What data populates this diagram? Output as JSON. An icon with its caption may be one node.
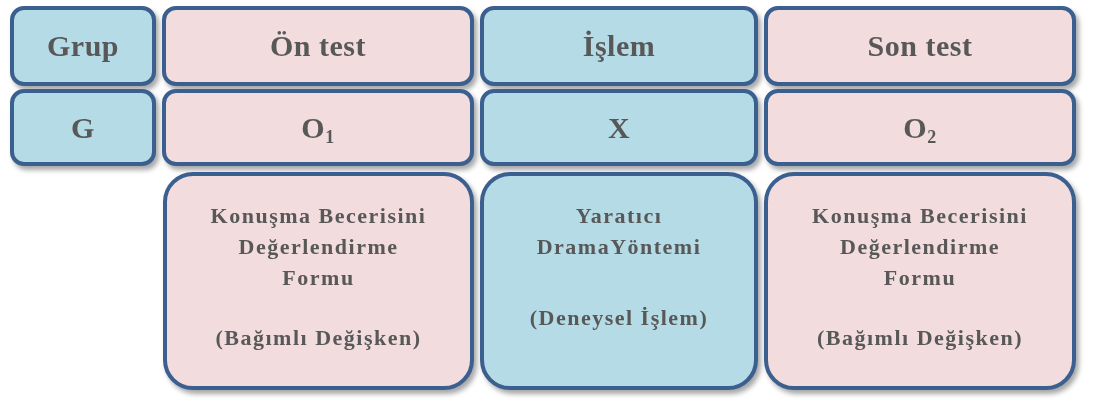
{
  "diagram": {
    "nodes": [
      {
        "text": [
          "Grup"
        ]
      },
      {
        "text": [
          "Ön test"
        ]
      },
      {
        "text": [
          "İşlem"
        ]
      },
      {
        "text": [
          "Son test"
        ]
      },
      {
        "text": [
          "G"
        ]
      },
      {
        "text": [
          "O$_{1}$"
        ]
      },
      {
        "text": [
          "X"
        ]
      },
      {
        "text": [
          "O$_{2}$"
        ]
      },
      {
        "text": [
          "Konuşma Becerisini Değerlendirme Formu",
          "(Bağımlı Değişken)"
        ]
      },
      {
        "text": [
          "Yaratıcı DramaYöntemi",
          "(Deneysel İşlem)"
        ]
      },
      {
        "text": [
          "Konuşma Becerisini Değerlendirme Formu",
          "(Bağımlı Değişken)"
        ]
      }
    ]
  }
}
